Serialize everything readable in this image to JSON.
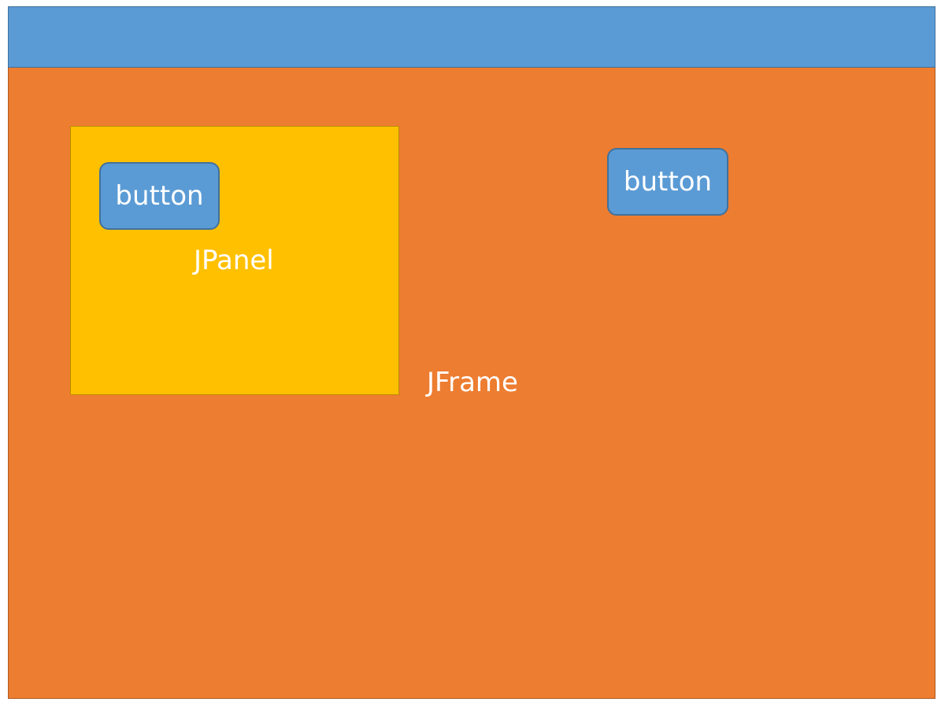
{
  "frame": {
    "label": "JFrame",
    "title_bar_color": "#5b9bd5",
    "body_color": "#ed7d31"
  },
  "panel": {
    "label": "JPanel",
    "color": "#ffc000",
    "button_label": "button"
  },
  "frame_button": {
    "label": "button",
    "color": "#5b9bd5"
  }
}
